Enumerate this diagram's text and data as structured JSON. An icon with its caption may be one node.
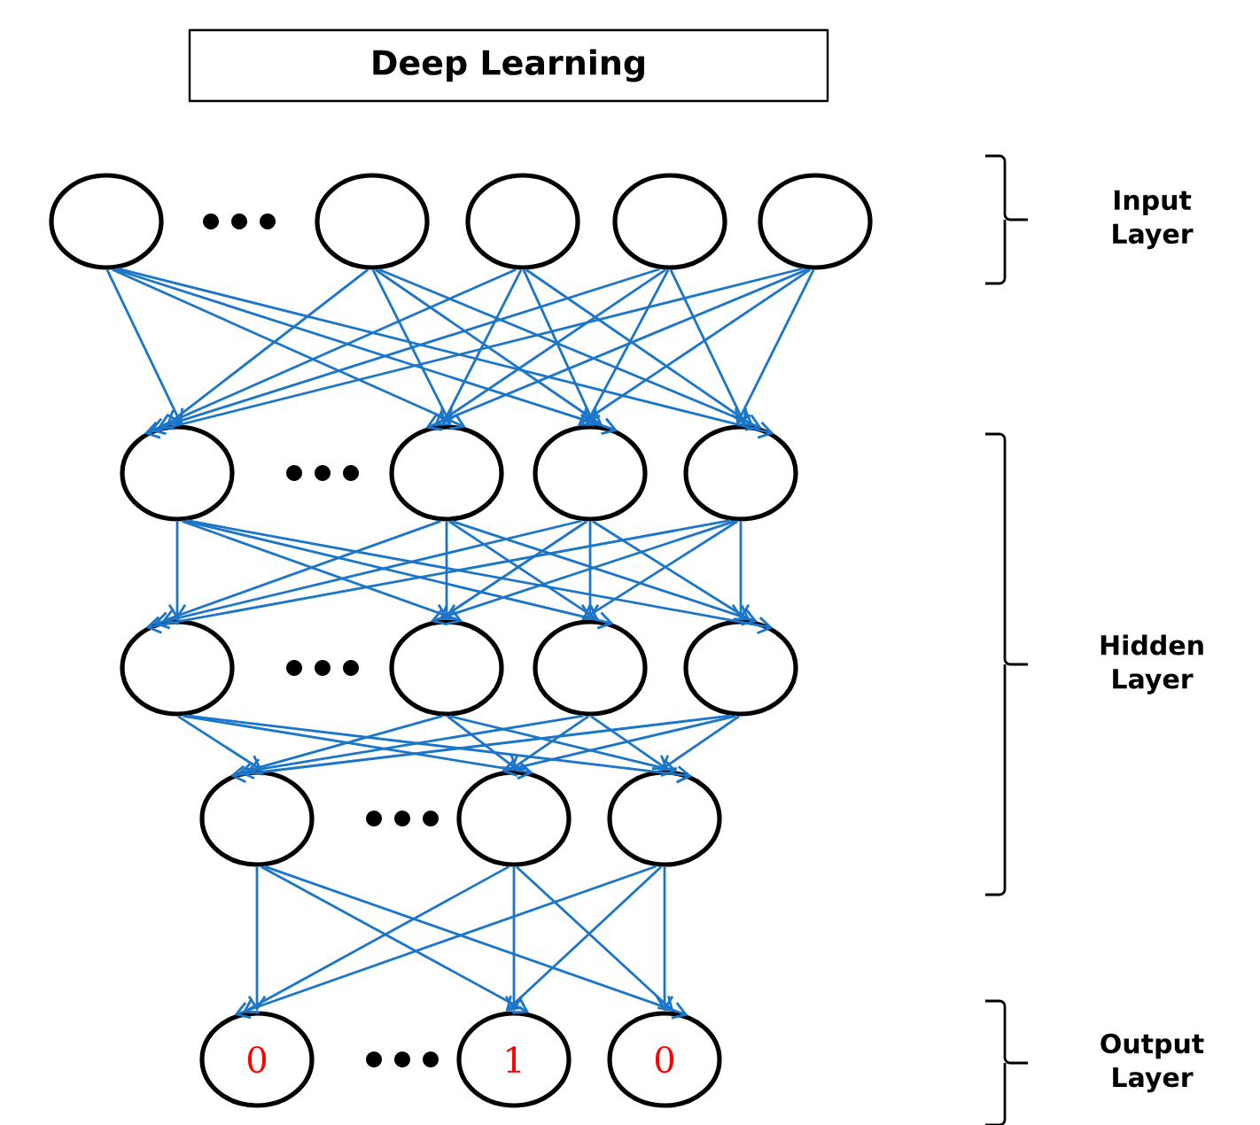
{
  "diagram": {
    "nodes": [
      {
        "text": [
          "Deep Learning"
        ]
      },
      {
        "text": [],
        "shape": "circle"
      },
      {
        "text": [],
        "shape": "circle"
      },
      {
        "text": [],
        "shape": "circle"
      },
      {
        "text": [],
        "shape": "circle"
      },
      {
        "text": [],
        "shape": "circle"
      },
      {
        "text": [],
        "shape": "circle"
      },
      {
        "text": [],
        "shape": "circle"
      },
      {
        "text": [],
        "shape": "circle"
      },
      {
        "text": [],
        "shape": "circle"
      },
      {
        "text": [],
        "shape": "circle"
      },
      {
        "text": [],
        "shape": "circle"
      },
      {
        "text": [],
        "shape": "circle"
      },
      {
        "text": [],
        "shape": "circle"
      },
      {
        "text": [],
        "shape": "circle"
      },
      {
        "text": [],
        "shape": "circle"
      },
      {
        "text": [],
        "shape": "circle"
      },
      {
        "text": [
          "0"
        ]
      },
      {
        "text": [
          "1"
        ]
      },
      {
        "text": [
          "0"
        ]
      }
    ],
    "edges": [
      {
        "from": 1,
        "to": 6,
        "arrow": "to"
      },
      {
        "from": 1,
        "to": 7,
        "arrow": "to"
      },
      {
        "from": 1,
        "to": 8,
        "arrow": "to"
      },
      {
        "from": 1,
        "to": 9,
        "arrow": "to"
      },
      {
        "from": 2,
        "to": 6,
        "arrow": "to"
      },
      {
        "from": 2,
        "to": 7,
        "arrow": "to"
      },
      {
        "from": 2,
        "to": 8,
        "arrow": "to"
      },
      {
        "from": 2,
        "to": 9,
        "arrow": "to"
      },
      {
        "from": 3,
        "to": 6,
        "arrow": "to"
      },
      {
        "from": 3,
        "to": 7,
        "arrow": "to"
      },
      {
        "from": 3,
        "to": 8,
        "arrow": "to"
      },
      {
        "from": 3,
        "to": 9,
        "arrow": "to"
      },
      {
        "from": 4,
        "to": 6,
        "arrow": "to"
      },
      {
        "from": 4,
        "to": 7,
        "arrow": "to"
      },
      {
        "from": 4,
        "to": 8,
        "arrow": "to"
      },
      {
        "from": 4,
        "to": 9,
        "arrow": "to"
      },
      {
        "from": 5,
        "to": 6,
        "arrow": "to"
      },
      {
        "from": 5,
        "to": 7,
        "arrow": "to"
      },
      {
        "from": 5,
        "to": 8,
        "arrow": "to"
      },
      {
        "from": 5,
        "to": 9,
        "arrow": "to"
      },
      {
        "from": 6,
        "to": 10,
        "arrow": "to"
      },
      {
        "from": 6,
        "to": 11,
        "arrow": "to"
      },
      {
        "from": 6,
        "to": 12,
        "arrow": "to"
      },
      {
        "from": 6,
        "to": 13,
        "arrow": "to"
      },
      {
        "from": 7,
        "to": 10,
        "arrow": "to"
      },
      {
        "from": 7,
        "to": 11,
        "arrow": "to"
      },
      {
        "from": 7,
        "to": 12,
        "arrow": "to"
      },
      {
        "from": 7,
        "to": 13,
        "arrow": "to"
      },
      {
        "from": 8,
        "to": 10,
        "arrow": "to"
      },
      {
        "from": 8,
        "to": 11,
        "arrow": "to"
      },
      {
        "from": 8,
        "to": 12,
        "arrow": "to"
      },
      {
        "from": 8,
        "to": 13,
        "arrow": "to"
      },
      {
        "from": 9,
        "to": 10,
        "arrow": "to"
      },
      {
        "from": 9,
        "to": 11,
        "arrow": "to"
      },
      {
        "from": 9,
        "to": 12,
        "arrow": "to"
      },
      {
        "from": 9,
        "to": 13,
        "arrow": "to"
      },
      {
        "from": 10,
        "to": 14,
        "arrow": "to"
      },
      {
        "from": 10,
        "to": 15,
        "arrow": "to"
      },
      {
        "from": 10,
        "to": 16,
        "arrow": "to"
      },
      {
        "from": 11,
        "to": 14,
        "arrow": "to"
      },
      {
        "from": 11,
        "to": 15,
        "arrow": "to"
      },
      {
        "from": 11,
        "to": 16,
        "arrow": "to"
      },
      {
        "from": 12,
        "to": 14,
        "arrow": "to"
      },
      {
        "from": 12,
        "to": 15,
        "arrow": "to"
      },
      {
        "from": 12,
        "to": 16,
        "arrow": "to"
      },
      {
        "from": 13,
        "to": 14,
        "arrow": "to"
      },
      {
        "from": 13,
        "to": 15,
        "arrow": "to"
      },
      {
        "from": 13,
        "to": 16,
        "arrow": "to"
      },
      {
        "from": 14,
        "to": 17,
        "arrow": "to"
      },
      {
        "from": 14,
        "to": 18,
        "arrow": "to"
      },
      {
        "from": 14,
        "to": 19,
        "arrow": "to"
      },
      {
        "from": 15,
        "to": 17,
        "arrow": "to"
      },
      {
        "from": 15,
        "to": 18,
        "arrow": "to"
      },
      {
        "from": 15,
        "to": 19,
        "arrow": "to"
      },
      {
        "from": 16,
        "to": 17,
        "arrow": "to"
      },
      {
        "from": 16,
        "to": 18,
        "arrow": "to"
      },
      {
        "from": 16,
        "to": 19,
        "arrow": "to"
      }
    ],
    "labels": [
      "Input Layer",
      "Hidden Layer",
      "Output Layer"
    ]
  }
}
